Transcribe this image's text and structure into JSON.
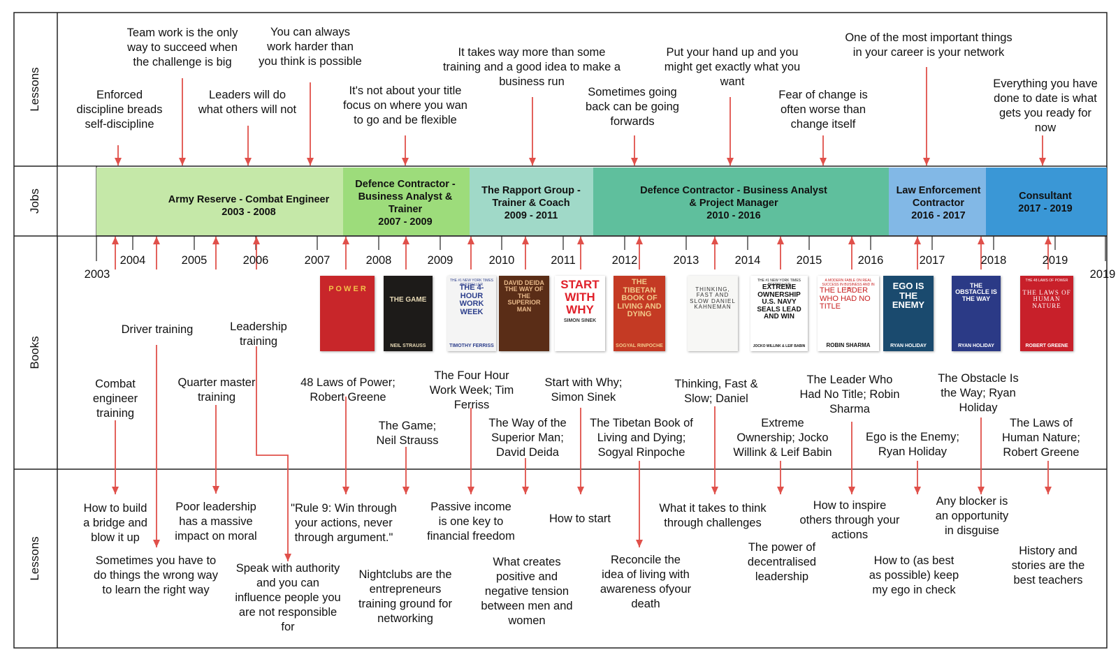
{
  "rows": {
    "lessons_top": "Lessons",
    "jobs": "Jobs",
    "books": "Books",
    "lessons_bottom": "Lessons"
  },
  "years": [
    "2003",
    "2004",
    "2005",
    "2006",
    "2007",
    "2008",
    "2009",
    "2010",
    "2011",
    "2012",
    "2013",
    "2014",
    "2015",
    "2016",
    "2017",
    "2018",
    "2019",
    "2019"
  ],
  "jobs": [
    {
      "label": "Army Reserve - Combat Engineer\n2003 - 2008",
      "color": "#c5e8a8"
    },
    {
      "label": "Defence Contractor -\nBusiness Analyst &\nTrainer\n2007 - 2009",
      "color": "#9ddc7b"
    },
    {
      "label": "The Rapport Group -\nTrainer & Coach\n2009 - 2011",
      "color": "#a0d9c8"
    },
    {
      "label": "Defence Contractor - Business Analyst\n& Project Manager\n2010 - 2016",
      "color": "#5fbf9d"
    },
    {
      "label": "Law Enforcement\nContractor\n2016 - 2017",
      "color": "#82b8e6"
    },
    {
      "label": "Consultant\n2017 - 2019",
      "color": "#3a97d6"
    }
  ],
  "lessons_top": [
    "Enforced\ndiscipline breads\nself-discipline",
    "Team work is the only\nway to succeed when\nthe challenge is big",
    "Leaders will do\nwhat others will not",
    "You can always\nwork harder than\nyou think is possible",
    "It's not about your title\nfocus on where you wan\nto go and be flexible",
    "It takes way more than some\ntraining and a good idea to make a\nbusiness run",
    "Sometimes going\nback can be going\nforwards",
    "Put your hand up and you\nmight get exactly what you\nwant",
    "Fear of change is\noften worse than\nchange itself",
    "One of the most important things\nin your career is your network",
    "Everything you have\ndone to date is what\ngets you ready for\nnow"
  ],
  "trainings": [
    "Combat\nengineer\ntraining",
    "Driver training",
    "Quarter master\ntraining",
    "Leadership\ntraining"
  ],
  "books": [
    "48 Laws of Power;\nRobert Greene",
    "The Game;\nNeil Strauss",
    "The Four Hour\nWork Week; Tim\nFerriss",
    "The Way of the\nSuperior Man;\nDavid Deida",
    "Start with Why;\nSimon Sinek",
    "The Tibetan Book of\nLiving and Dying;\nSogyal Rinpoche",
    "Thinking, Fast &\nSlow; Daniel",
    "Extreme\nOwnership; Jocko\nWillink & Leif Babin",
    "The Leader Who\nHad No Title; Robin\nSharma",
    "Ego is the Enemy;\nRyan Holiday",
    "The Obstacle Is\nthe Way; Ryan\nHoliday",
    "The Laws of\nHuman Nature;\nRobert Greene"
  ],
  "covers": [
    {
      "title": "P\nO\nW\nE\nR",
      "author": "",
      "note": "",
      "bg": "#c8262a",
      "fg": "#f3c24a"
    },
    {
      "title": "THE GAME",
      "author": "NEIL STRAUSS",
      "note": "",
      "bg": "#1d1b19",
      "fg": "#e7d9b5"
    },
    {
      "title": "THE 4-HOUR\nWORK WEEK",
      "author": "TIMOTHY FERRISS",
      "note": "THE #1 NEW YORK TIMES BESTSELLER",
      "bg": "#f4f4f4",
      "fg": "#2d3f8c"
    },
    {
      "title": "DAVID DEIDA\n\nTHE\nWAY OF THE\nSUPERIOR\nMAN",
      "author": "",
      "note": "",
      "bg": "#5a2d17",
      "fg": "#e8b98a"
    },
    {
      "title": "START\nWITH\nWHY",
      "author": "SIMON SINEK",
      "note": "",
      "bg": "#ffffff",
      "fg": "#e0202a"
    },
    {
      "title": "THE\nTIBETAN\nBOOK OF\nLIVING\nAND\nDYING",
      "author": "SOGYAL RINPOCHE",
      "note": "",
      "bg": "#c43a24",
      "fg": "#f2c98a"
    },
    {
      "title": "THINKING,\nFAST AND SLOW\n\nDANIEL\nKAHNEMAN",
      "author": "",
      "note": "",
      "bg": "#f7f7f5",
      "fg": "#333333"
    },
    {
      "title": "EXTREME\nOWNERSHIP\n\nU.S. NAVY\nSEALS\nLEAD AND WIN",
      "author": "JOCKO WILLINK & LEIF BABIN",
      "note": "THE #1 NEW YORK TIMES BESTSELLER",
      "bg": "#ffffff",
      "fg": "#111111"
    },
    {
      "title": "THE\nLEADER\nWHO HAD\nNO TITLE",
      "author": "ROBIN SHARMA",
      "note": "A MODERN FABLE ON REAL SUCCESS IN BUSINESS AND IN LIFE",
      "bg": "#ffffff",
      "fg": "#c82020"
    },
    {
      "title": "EGO\nIS THE\nENEMY",
      "author": "RYAN HOLIDAY",
      "note": "",
      "bg": "#1a4a6e",
      "fg": "#ffffff"
    },
    {
      "title": "THE\nOBSTACLE\nIS THE WAY",
      "author": "RYAN HOLIDAY",
      "note": "",
      "bg": "#2b3a86",
      "fg": "#ffffff"
    },
    {
      "title": "THE\nLAWS\nOF\nHUMAN\nNATURE",
      "author": "ROBERT GREENE",
      "note": "THE 48 LAWS OF POWER",
      "bg": "#c8202a",
      "fg": "#ffffff"
    }
  ],
  "lessons_bottom": [
    "How to build\na bridge and\nblow it up",
    "Sometimes you have to\ndo things the wrong way\nto learn the right way",
    "Poor leadership\nhas a massive\nimpact on moral",
    "Speak with authority\nand you can\ninfluence people you\nare not responsible\nfor",
    "\"Rule 9: Win through\nyour actions, never\nthrough argument.\"",
    "Nightclubs are the\nentrepreneurs\ntraining ground for\nnetworking",
    "Passive income\nis one key to\nfinancial freedom",
    "What creates\npositive and\nnegative tension\nbetween men and\nwomen",
    "How to start",
    "Reconcile the\nidea of living with\nawareness ofyour\ndeath",
    "What it takes to think\nthrough challenges",
    "The power of\ndecentralised\nleadership",
    "How to inspire\nothers through your\nactions",
    "How to (as best\nas possible) keep\nmy ego in check",
    "Any blocker is\nan opportunity\nin disguise",
    "History and\nstories are the\nbest teachers"
  ],
  "colors": {
    "arrow": "#e0504a",
    "border": "#222222",
    "axis": "#222222"
  }
}
